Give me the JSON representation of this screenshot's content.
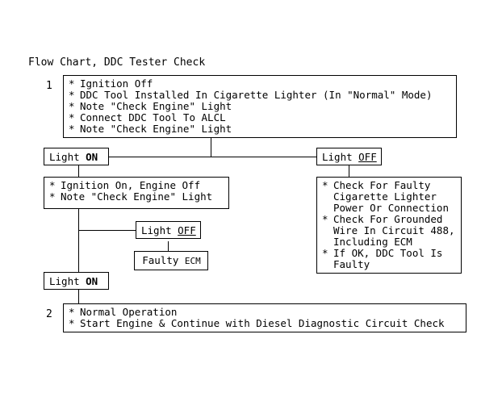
{
  "title": "Flow Chart, DDC Tester Check",
  "steps": {
    "one": "1",
    "two": "2"
  },
  "box1": {
    "lines": [
      "Ignition Off",
      "DDC Tool Installed In Cigarette Lighter (In \"Normal\" Mode)",
      "Note \"Check Engine\" Light",
      "Connect DDC Tool To ALCL",
      "Note \"Check Engine\" Light"
    ],
    "bullet": "*"
  },
  "branch_top": {
    "left_label": {
      "prefix": "Light ",
      "state": "ON"
    },
    "right_label": {
      "prefix": "Light ",
      "state": "OFF"
    }
  },
  "box_ignition_on": {
    "bullet": "*",
    "lines": [
      "Ignition On, Engine Off",
      "Note \"Check Engine\" Light"
    ]
  },
  "box_faulty_checks": {
    "bullet": "*",
    "items": [
      [
        "Check For Faulty",
        "Cigarette Lighter",
        "Power Or Connection"
      ],
      [
        "Check For Grounded",
        "Wire In Circuit 488,",
        "Including ECM"
      ],
      [
        "If OK, DDC Tool Is",
        "Faulty"
      ]
    ]
  },
  "branch_mid": {
    "label": {
      "prefix": "Light ",
      "state": "OFF"
    },
    "result": {
      "prefix": "Faulty ",
      "acronym": "ECM"
    }
  },
  "branch_bottom": {
    "label": {
      "prefix": "Light ",
      "state": "ON"
    }
  },
  "box2": {
    "bullet": "*",
    "lines": [
      "Normal Operation",
      "Start Engine & Continue with Diesel Diagnostic Circuit Check"
    ]
  },
  "colors": {
    "background": "#ffffff",
    "ink": "#000000"
  }
}
